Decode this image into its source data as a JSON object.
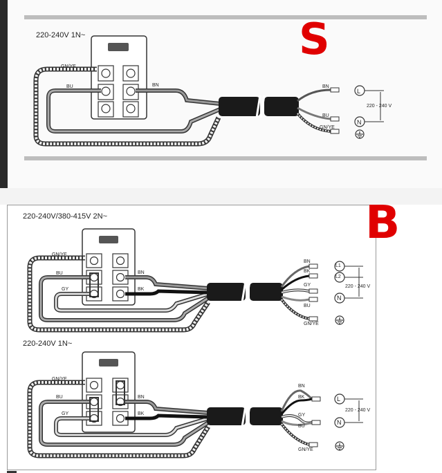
{
  "panel_a": {
    "mark": "S",
    "voltage_title": "220-240V 1N~",
    "wire_labels": {
      "gnye_left": "GN/YE",
      "bu_left": "BU",
      "bn_block": "BN"
    },
    "end_labels": {
      "bn": "BN",
      "bu": "BU",
      "gnye": "GN/YE"
    },
    "terminals": {
      "L": "L",
      "N": "N"
    },
    "voltage_span": "220 - 240 V",
    "colors": {
      "mark": "#e00000",
      "sheath": "#1a1a1a",
      "ground": "#f0f0f0"
    }
  },
  "panel_b": {
    "mark": "B",
    "diagram1": {
      "voltage_title": "220-240V/380-415V 2N~",
      "wire_labels": {
        "gnye_left": "GN/YE",
        "bu_left": "BU",
        "gy_left": "GY",
        "bn_block": "BN",
        "bk_block": "BK"
      },
      "end_labels": {
        "bn": "BN",
        "bk": "BK",
        "gy": "GY",
        "bu": "BU",
        "gnye": "GN/YE"
      },
      "terminals": {
        "L1": "L1",
        "L2": "L2",
        "N": "N"
      },
      "voltage_span": "220 - 240 V"
    },
    "diagram2": {
      "voltage_title": "220-240V 1N~",
      "wire_labels": {
        "gnye_left": "GN/YE",
        "bu_left": "BU",
        "gy_left": "GY",
        "bn_block": "BN",
        "bk_block": "BK"
      },
      "end_labels": {
        "bn": "BN",
        "bk": "BK",
        "gy": "GY",
        "bu": "BU",
        "gnye": "GN/YE"
      },
      "terminals": {
        "L": "L",
        "N": "N"
      },
      "voltage_span": "220 - 240 V"
    }
  },
  "icons": [
    "ground-symbol-icon",
    "terminal-circle-icon",
    "cable-break-icon",
    "wire-ferrule-icon"
  ]
}
